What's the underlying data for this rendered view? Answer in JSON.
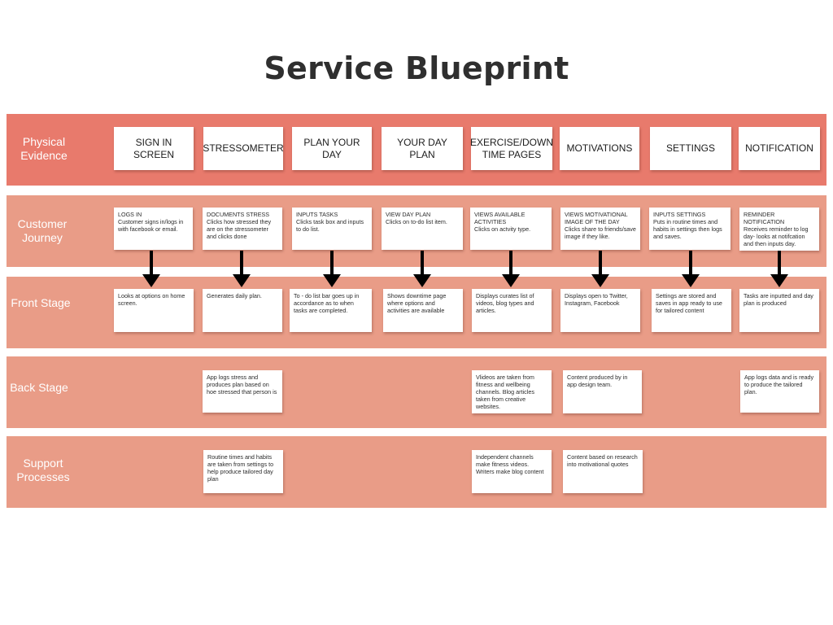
{
  "title": "Service Blueprint",
  "colors": {
    "band_dark": "#e87a6c",
    "band_light": "#e99c87",
    "card": "#ffffff",
    "title": "#2f2f2f",
    "arrow": "#000000"
  },
  "lanes": [
    {
      "label": "Physical Evidence"
    },
    {
      "label": "Customer Journey"
    },
    {
      "label": "Front Stage"
    },
    {
      "label": "Back Stage"
    },
    {
      "label": "Support Processes"
    }
  ],
  "physical_evidence": [
    "SIGN IN SCREEN",
    "STRESSOMETER",
    "PLAN YOUR DAY",
    "YOUR DAY PLAN",
    "EXERCISE/DOWN TIME PAGES",
    "MOTIVATIONS",
    "SETTINGS",
    "NOTIFICATION"
  ],
  "customer_journey": [
    {
      "head": "LOGS IN",
      "body": "Customer signs in/logs in with facebook or email."
    },
    {
      "head": "DOCUMENTS STRESS",
      "body": "Clicks how stressed they are on the stressometer and clicks done"
    },
    {
      "head": "INPUTS TASKS",
      "body": "Clicks task box and inputs to do list."
    },
    {
      "head": "VIEW DAY PLAN",
      "body": "Clicks on to-do list item."
    },
    {
      "head": "VIEWS AVAILABLE ACTIVITIES",
      "body": "Clicks on actvity type."
    },
    {
      "head": "VIEWS MOTIVATIONAL IMAGE OF THE DAY",
      "body": "Clicks share to friends/save image if they like."
    },
    {
      "head": "INPUTS SETTINGS",
      "body": "Puts in routine times and habits in settings then logs and saves."
    },
    {
      "head": "REMINDER NOTIFICATION",
      "body": "Receives reminder to log day- looks at notifcation and then inputs day."
    }
  ],
  "front_stage": [
    "Looks at options on home screen.",
    "Generates daily plan.",
    "To - do list bar goes up in accordance as to when tasks are completed.",
    "Shows downtime page where options and activities are available",
    "Displays curates list of videos, blog types and articles.",
    "Displays open to Twitter, Instagram, Facebook",
    "Settings are stored and saves in app ready to use for tailored content",
    "Tasks are inputted and day plan is produced"
  ],
  "back_stage": {
    "stressometer": "App logs stress and produces plan based on hoe stressed that person is",
    "exercise": "Vlideos are taken from fitness and wellbeing channels. Blog articles taken from creative websites.",
    "motivations": "Content produced by in app design team.",
    "notification": "App logs data and is ready to produce the tailored plan."
  },
  "support_processes": {
    "stressometer": "Routine times and habits are taken from settings to help produce tailored day plan",
    "exercise": "Independent channels make fitness videos. Writers make blog content",
    "motivations": "Content based on research into motivational quotes"
  }
}
